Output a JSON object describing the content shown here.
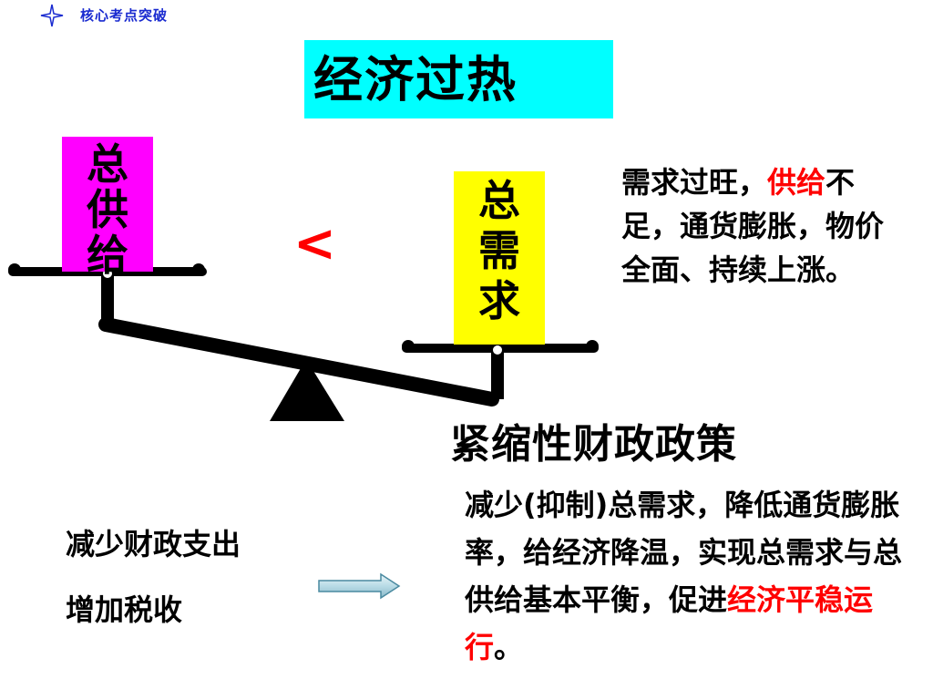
{
  "header": {
    "label": "核心考点突破",
    "icon": "four-point-star-icon"
  },
  "title": "经济过热",
  "supply_label": "总供给",
  "demand_label": "总需求",
  "comparison_symbol": "<",
  "desc_top": {
    "part1": "需求过旺，",
    "part2_red": "供给",
    "part3": "不足，通货膨胀，物价全面、持续上涨。"
  },
  "policy_title": "紧缩性财政政策",
  "measures": [
    "减少财政支出",
    "增加税收"
  ],
  "desc_bottom": {
    "part1": "减少(抑制)总需求，降低通货膨胀率，给经济降温，实现总需求与总供给基本平衡，促进",
    "part2_red": "经济平稳运行",
    "part3": "。"
  },
  "colors": {
    "title_bg": "#00ffff",
    "supply_bg": "#ff00ff",
    "demand_bg": "#ffff00",
    "accent_red": "#ff0000",
    "header_blue": "#1a2bd0"
  }
}
